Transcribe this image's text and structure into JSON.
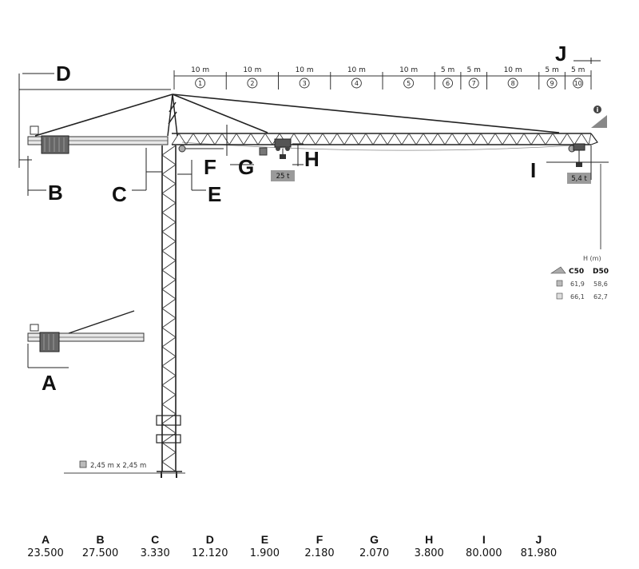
{
  "segments": [
    {
      "len": "10 m",
      "num": "1"
    },
    {
      "len": "10 m",
      "num": "2"
    },
    {
      "len": "10 m",
      "num": "3"
    },
    {
      "len": "10 m",
      "num": "4"
    },
    {
      "len": "10 m",
      "num": "5"
    },
    {
      "len": "5 m",
      "num": "6"
    },
    {
      "len": "5 m",
      "num": "7"
    },
    {
      "len": "10 m",
      "num": "8"
    },
    {
      "len": "5 m",
      "num": "9"
    },
    {
      "len": "5 m",
      "num": "10"
    }
  ],
  "letters": {
    "A": "A",
    "B": "B",
    "C": "C",
    "D": "D",
    "E": "E",
    "F": "F",
    "G": "G",
    "H": "H",
    "I": "I",
    "J": "J"
  },
  "loads": {
    "max": "25 t",
    "tip": "5,4 t"
  },
  "mast_section": "2,45 m x 2,45 m",
  "height_table": {
    "title": "H (m)",
    "headers": [
      "C50",
      "D50"
    ],
    "rows": [
      [
        "61,9",
        "58,6"
      ],
      [
        "66,1",
        "62,7"
      ]
    ]
  },
  "dimensions": [
    {
      "label": "A",
      "value": "23.500"
    },
    {
      "label": "B",
      "value": "27.500"
    },
    {
      "label": "C",
      "value": "3.330"
    },
    {
      "label": "D",
      "value": "12.120"
    },
    {
      "label": "E",
      "value": "1.900"
    },
    {
      "label": "F",
      "value": "2.180"
    },
    {
      "label": "G",
      "value": "2.070"
    },
    {
      "label": "H",
      "value": "3.800"
    },
    {
      "label": "I",
      "value": "80.000"
    },
    {
      "label": "J",
      "value": "81.980"
    }
  ]
}
